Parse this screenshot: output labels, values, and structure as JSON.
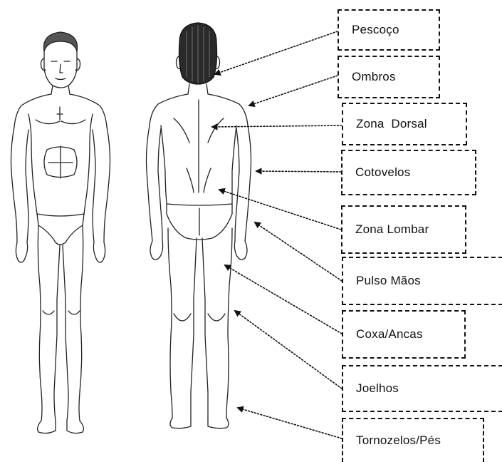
{
  "labels": {
    "pescoco": "Pescoço",
    "ombros": "Ombros",
    "zona_dorsal": "Zona  Dorsal",
    "cotovelos": "Cotovelos",
    "zona_lombar": "Zona Lombar",
    "pulso_maos": "Pulso Mãos",
    "coxa_ancas": "Coxa/Ancas",
    "joelhos": "Joelhos",
    "tornozelos_pes": "Tornozelos/Pés"
  },
  "colors": {
    "line": "#111111",
    "hair": "#2a2a2a",
    "background": "#ffffff"
  }
}
